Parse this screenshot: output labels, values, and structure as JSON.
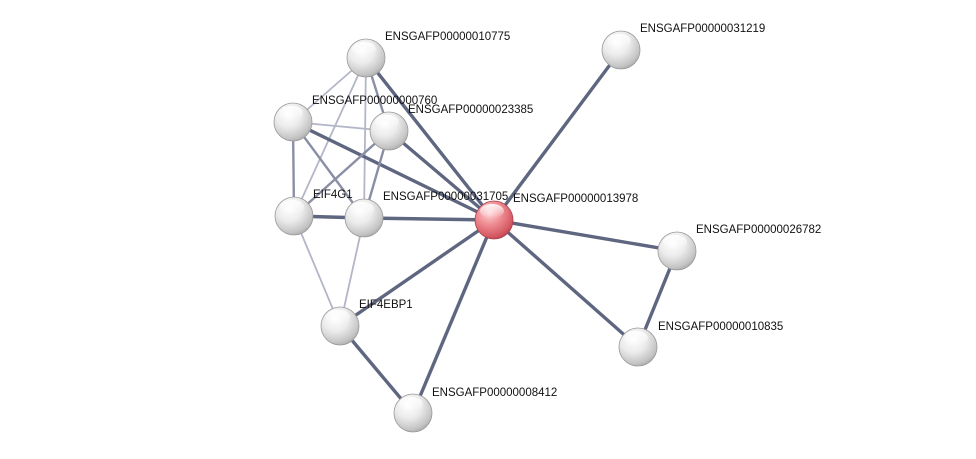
{
  "nodes": [
    {
      "id": "n10775",
      "label": "ENSGAFP00000010775"
    },
    {
      "id": "n31219",
      "label": "ENSGAFP00000031219"
    },
    {
      "id": "n0760",
      "label": "ENSGAFP00000000760"
    },
    {
      "id": "n23385",
      "label": "ENSGAFP00000023385"
    },
    {
      "id": "eif4g1",
      "label": "EIF4G1"
    },
    {
      "id": "n31705",
      "label": "ENSGAFP00000031705"
    },
    {
      "id": "n13978",
      "label": "ENSGAFP00000013978",
      "highlight": true
    },
    {
      "id": "n26782",
      "label": "ENSGAFP00000026782"
    },
    {
      "id": "eif4ebp1",
      "label": "EIF4EBP1"
    },
    {
      "id": "n10835",
      "label": "ENSGAFP00000010835"
    },
    {
      "id": "n8412",
      "label": "ENSGAFP00000008412"
    }
  ],
  "edges": [
    {
      "s": "n10775",
      "t": "n13978",
      "strength": "strong"
    },
    {
      "s": "n10775",
      "t": "n23385",
      "strength": "medium"
    },
    {
      "s": "n10775",
      "t": "eif4g1",
      "strength": "weak"
    },
    {
      "s": "n10775",
      "t": "n31705",
      "strength": "weak"
    },
    {
      "s": "n10775",
      "t": "n0760",
      "strength": "weak"
    },
    {
      "s": "n0760",
      "t": "n23385",
      "strength": "weak"
    },
    {
      "s": "n0760",
      "t": "eif4g1",
      "strength": "medium"
    },
    {
      "s": "n0760",
      "t": "n31705",
      "strength": "medium"
    },
    {
      "s": "n0760",
      "t": "n13978",
      "strength": "strong"
    },
    {
      "s": "n23385",
      "t": "eif4g1",
      "strength": "medium"
    },
    {
      "s": "n23385",
      "t": "n31705",
      "strength": "medium"
    },
    {
      "s": "n23385",
      "t": "n13978",
      "strength": "strong"
    },
    {
      "s": "eif4g1",
      "t": "n31705",
      "strength": "strong"
    },
    {
      "s": "eif4g1",
      "t": "eif4ebp1",
      "strength": "weak"
    },
    {
      "s": "n31705",
      "t": "n13978",
      "strength": "strong"
    },
    {
      "s": "n31705",
      "t": "eif4ebp1",
      "strength": "weak"
    },
    {
      "s": "n13978",
      "t": "n31219",
      "strength": "strong"
    },
    {
      "s": "n13978",
      "t": "n26782",
      "strength": "strong"
    },
    {
      "s": "n13978",
      "t": "n10835",
      "strength": "strong"
    },
    {
      "s": "n13978",
      "t": "eif4ebp1",
      "strength": "strong"
    },
    {
      "s": "n13978",
      "t": "n8412",
      "strength": "strong"
    },
    {
      "s": "n26782",
      "t": "n10835",
      "strength": "strong"
    },
    {
      "s": "eif4ebp1",
      "t": "n8412",
      "strength": "strong"
    }
  ],
  "colors": {
    "edge_strong": "#5f6680",
    "edge_medium": "#8a8fa6",
    "edge_weak": "#b3b6c8",
    "node_base": "#d8d8d8",
    "node_highlight": "#e0606a"
  }
}
